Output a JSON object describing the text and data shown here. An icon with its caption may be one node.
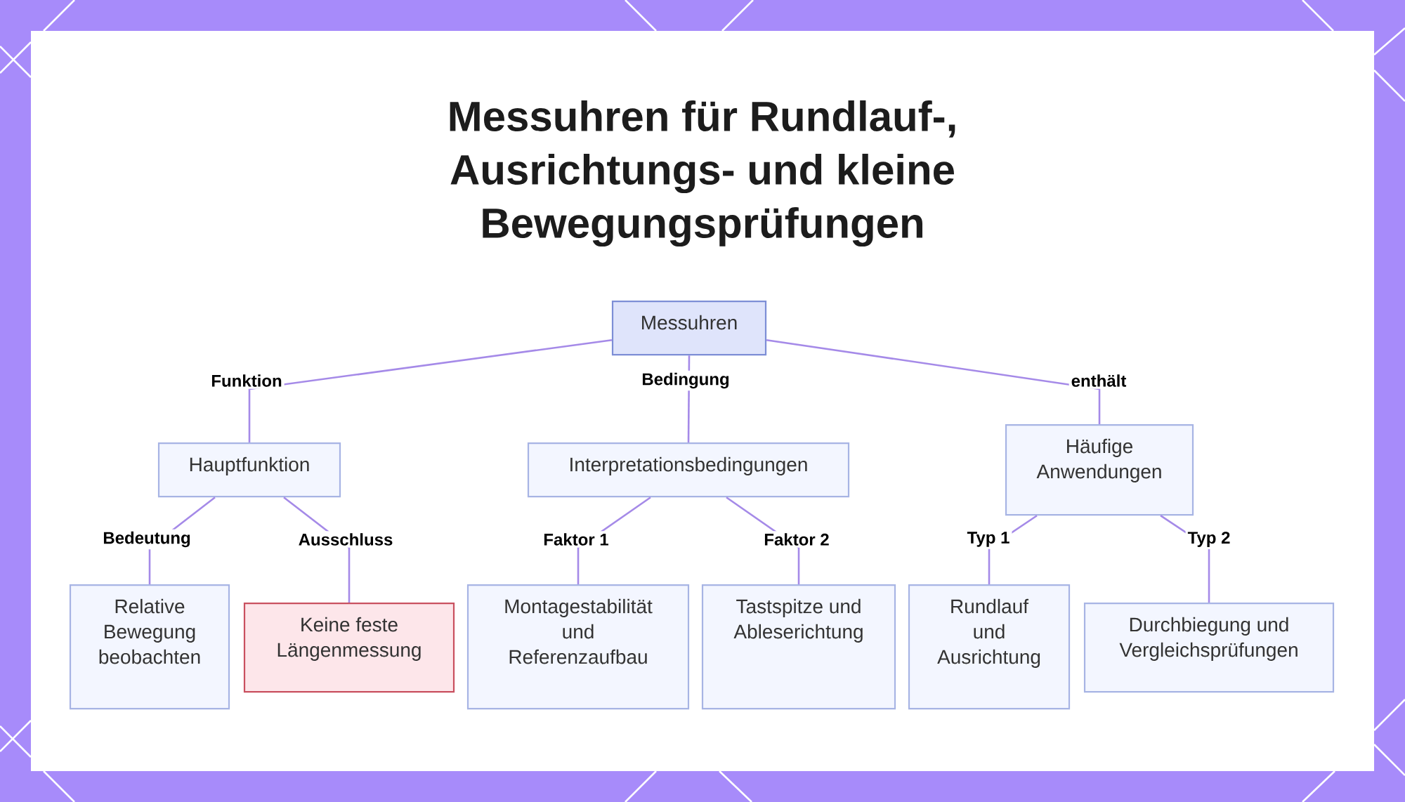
{
  "diagram": {
    "title": "Messuhren für Rundlauf-, Ausrichtungs- und kleine Bewegungsprüfungen",
    "nodes": [
      {
        "text": [
          "Messuhren"
        ]
      },
      {
        "text": [
          "Hauptfunktion"
        ]
      },
      {
        "text": [
          "Interpretationsbedingungen"
        ]
      },
      {
        "text": [
          "Häufige Anwendungen"
        ]
      },
      {
        "text": [
          "Relative Bewegung beobachten"
        ]
      },
      {
        "text": [
          "Keine feste Längenmessung"
        ]
      },
      {
        "text": [
          "Montagestabilität und Referenzaufbau"
        ]
      },
      {
        "text": [
          "Tastspitze und Ableserichtung"
        ]
      },
      {
        "text": [
          "Rundlauf und Ausrichtung"
        ]
      },
      {
        "text": [
          "Durchbiegung und Vergleichsprüfungen"
        ]
      }
    ],
    "edges": [
      {
        "from": 0,
        "to": 1,
        "arrow": "none",
        "label": "Funktion"
      },
      {
        "from": 0,
        "to": 2,
        "arrow": "none",
        "label": "Bedingung"
      },
      {
        "from": 0,
        "to": 3,
        "arrow": "none",
        "label": "enthält"
      },
      {
        "from": 1,
        "to": 4,
        "arrow": "none",
        "label": "Bedeutung"
      },
      {
        "from": 1,
        "to": 5,
        "arrow": "none",
        "label": "Ausschluss"
      },
      {
        "from": 2,
        "to": 6,
        "arrow": "none",
        "label": "Faktor 1"
      },
      {
        "from": 2,
        "to": 7,
        "arrow": "none",
        "label": "Faktor 2"
      },
      {
        "from": 3,
        "to": 8,
        "arrow": "none",
        "label": "Typ 1"
      },
      {
        "from": 3,
        "to": 9,
        "arrow": "none",
        "label": "Typ 2"
      }
    ]
  }
}
